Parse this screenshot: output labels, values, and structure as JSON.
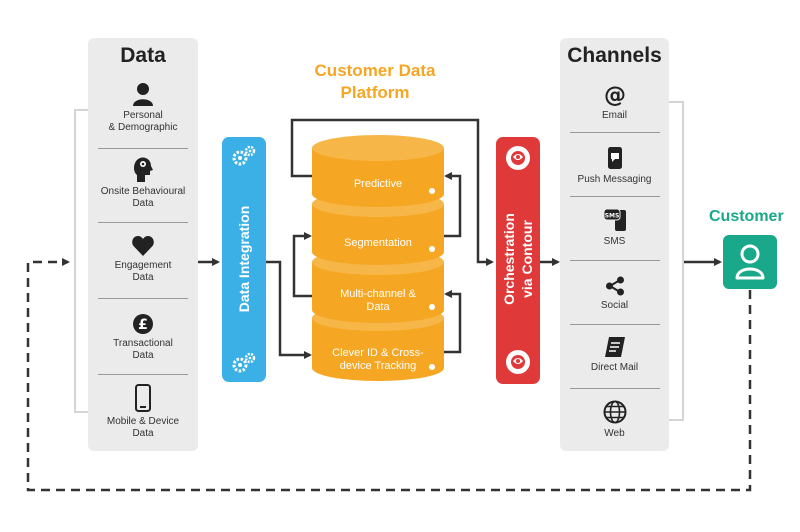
{
  "data_panel": {
    "title": "Data",
    "items": [
      {
        "label": "Personal\n& Demographic",
        "icon": "person-icon"
      },
      {
        "label": "Onsite Behavioural\nData",
        "icon": "head-gears-icon"
      },
      {
        "label": "Engagement\nData",
        "icon": "heart-icon"
      },
      {
        "label": "Transactional\nData",
        "icon": "pound-coin-icon"
      },
      {
        "label": "Mobile & Device\nData",
        "icon": "mobile-device-icon"
      }
    ]
  },
  "integration": {
    "label": "Data Integration",
    "icon": "gears-icon"
  },
  "platform": {
    "title_line1": "Customer Data",
    "title_line2": "Platform",
    "layers": [
      {
        "label": "Predictive"
      },
      {
        "label": "Segmentation"
      },
      {
        "label": "Multi-channel &\nData"
      },
      {
        "label": "Clever ID & Cross-\ndevice Tracking"
      }
    ]
  },
  "orchestration": {
    "line1": "Orchestration",
    "line2": "via Contour",
    "icon": "contour-brain-icon"
  },
  "channels_panel": {
    "title": "Channels",
    "items": [
      {
        "label": "Email",
        "icon": "at-icon"
      },
      {
        "label": "Push Messaging",
        "icon": "phone-message-icon"
      },
      {
        "label": "SMS",
        "icon": "sms-icon",
        "icon_text": "SMS"
      },
      {
        "label": "Social",
        "icon": "share-icon"
      },
      {
        "label": "Direct Mail",
        "icon": "mail-icon"
      },
      {
        "label": "Web",
        "icon": "globe-icon"
      }
    ]
  },
  "customer": {
    "title": "Customer",
    "icon": "customer-person-icon"
  },
  "colors": {
    "panel": "#ebebeb",
    "integration": "#3bb0e6",
    "platform": "#f5a623",
    "orchestration": "#e0393a",
    "customer": "#1aa88a",
    "arrow": "#333333"
  }
}
